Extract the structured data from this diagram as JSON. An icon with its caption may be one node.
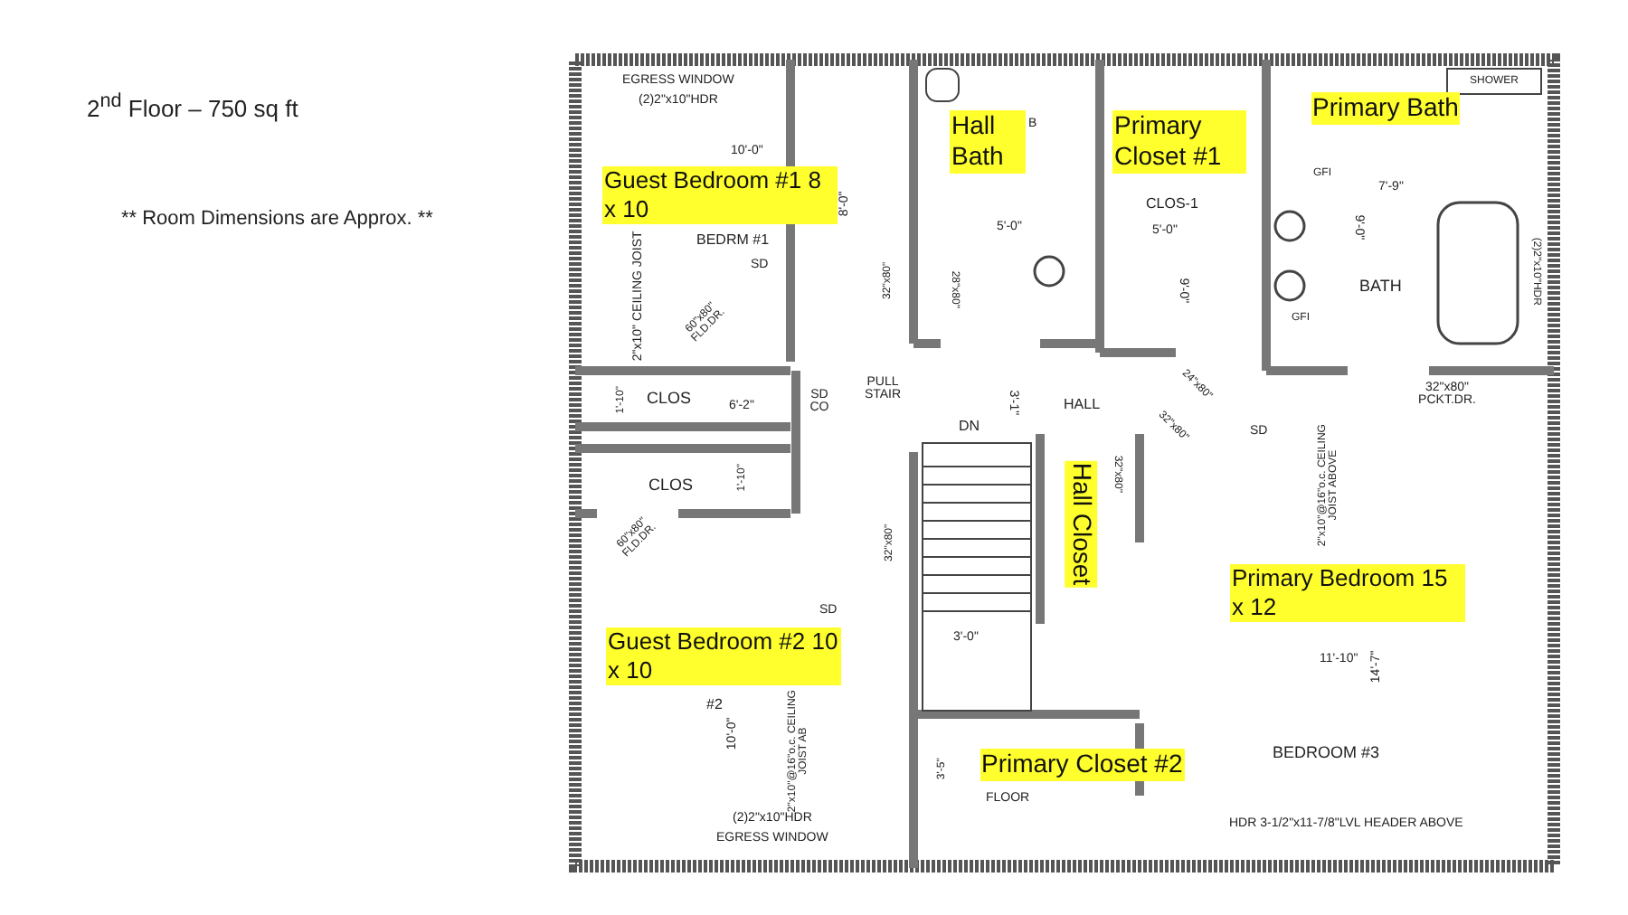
{
  "diagram": {
    "title": "2$^{nd}$ Floor – 750 sq ft",
    "labels": [
      "** Room Dimensions are Approx. **",
      "EGRESS WINDOW",
      "(2)2\"x10\"HDR",
      "Hall Bath",
      "B",
      "Primary Closet #1",
      "Primary Bath",
      "SHOWER",
      "Guest Bedroom #1 8 x 10",
      "10'-0\"",
      "8'-0\"",
      "BEDRM #1",
      "SD",
      "2\"x10\" CEILING JOIST",
      "60\"x80\" FLD.DR.",
      "CLOS",
      "1'-10\"",
      "6'-2\"",
      "SD CO",
      "PULL STAIR",
      "32\"x80\"",
      "5'-0\"",
      "28\"x80\"",
      "CLOS-1",
      "5'-0\"",
      "9'-0\"",
      "GFI",
      "GFI",
      "7'-9\"",
      "9'-0\"",
      "BATH",
      "(2)2\"x10\"HDR",
      "32\"x80\" PCKT.DR.",
      "3'-1\"",
      "HALL",
      "DN",
      "24\"x80\"",
      "32\"x80\"",
      "SD",
      "CLOS",
      "1'-10\"",
      "60\"x80\" FLD.DR.",
      "Hall Closet",
      "32\"x80\"",
      "Primary Bedroom 15 x 12",
      "2\"x10\"@16\"o.c. CEILING JOIST ABOVE",
      "14'-7\"",
      "11'-10\"",
      "Guest Bedroom #2 10 x 10",
      "#2",
      "SD",
      "32\"x80\"",
      "10'-0\"",
      "2\"x10\"@16\"o.c. CEILING JOIST AB",
      "3'-0\"",
      "(2)2\"x10\"HDR",
      "EGRESS WINDOW",
      "Primary Closet #2",
      "3'-5\"",
      "FLOOR",
      "BEDROOM #3",
      "HDR 3-1/2\"x11-7/8\"LVL HEADER ABOVE"
    ]
  }
}
